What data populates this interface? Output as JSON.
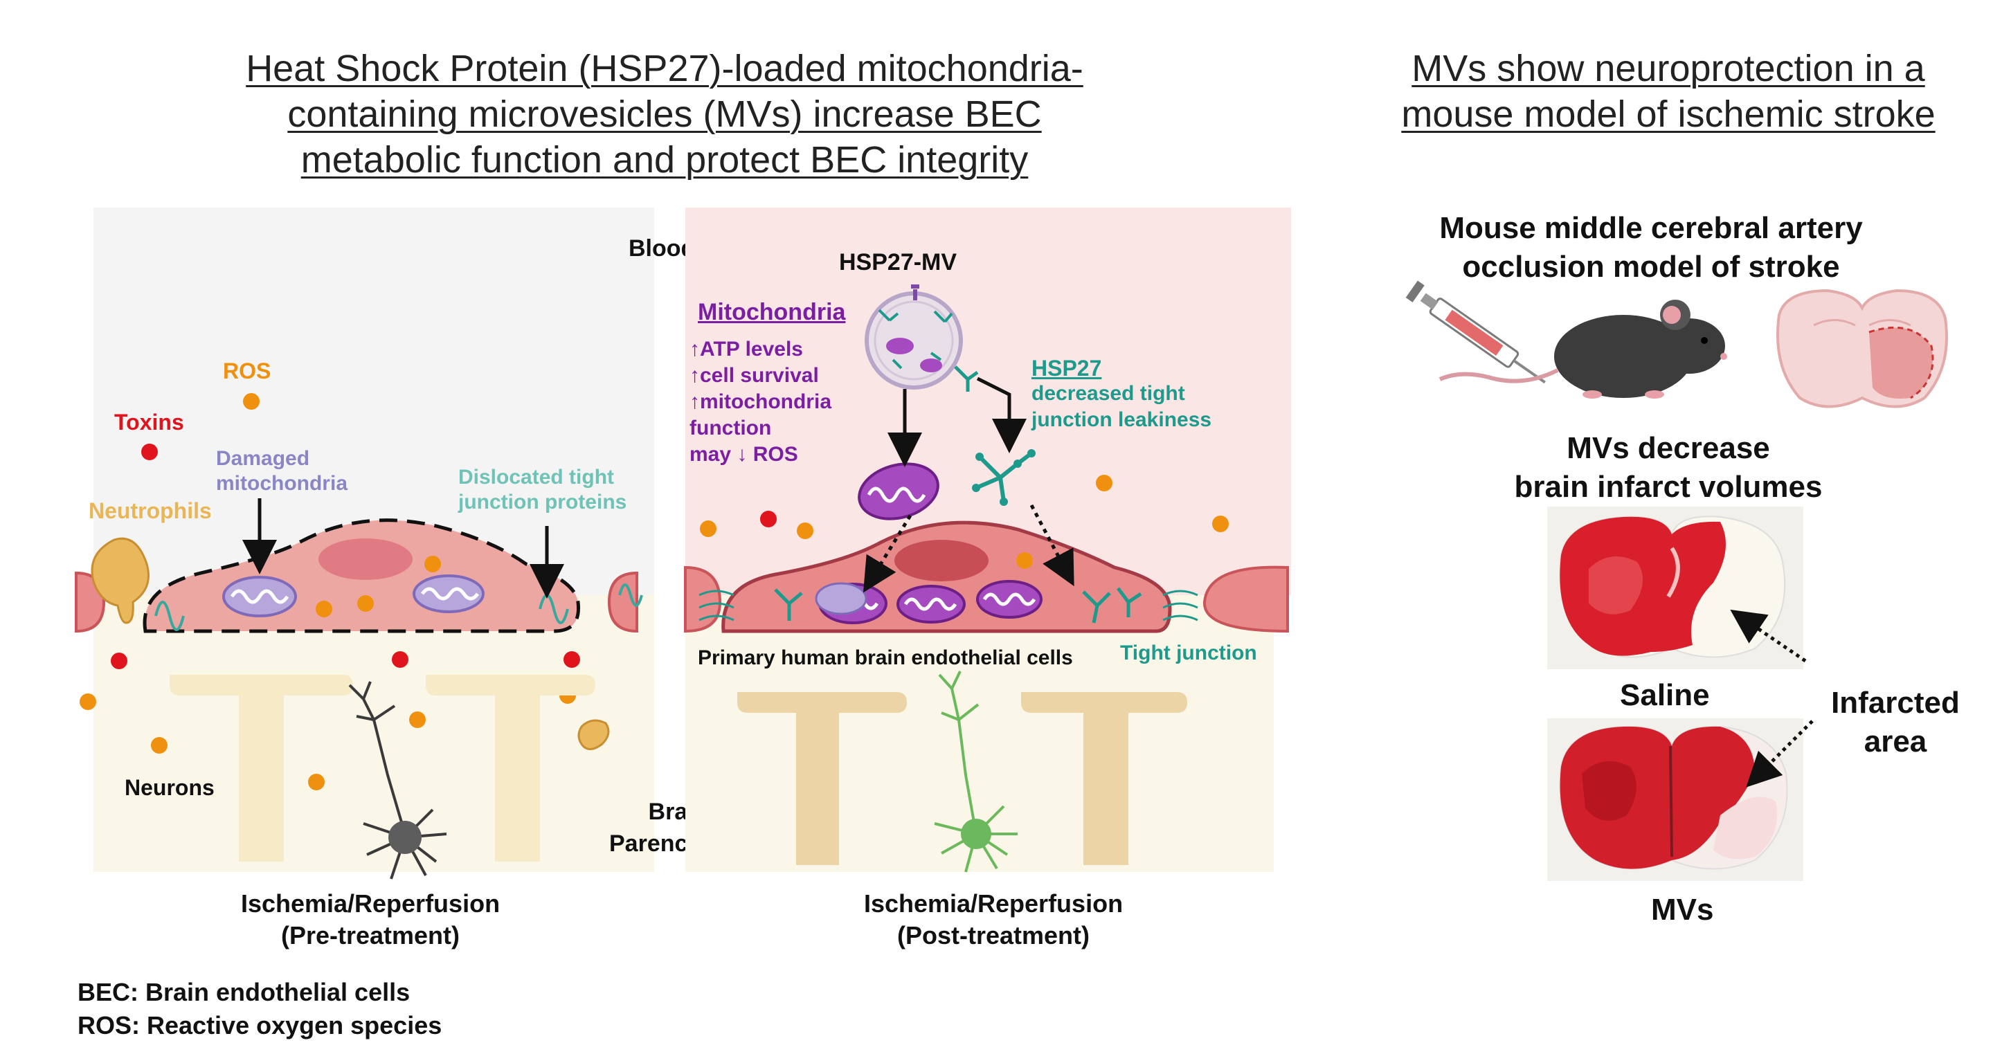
{
  "left_title": {
    "line1": "Heat Shock Protein (HSP27)-loaded mitochondria-",
    "line2": "containing microvesicles (MVs) increase BEC",
    "line3": "metabolic function and protect BEC integrity"
  },
  "right_title": {
    "line1": "MVs show neuroprotection in a",
    "line2": "mouse model of ischemic stroke"
  },
  "panel_pre": {
    "ros": "ROS",
    "toxins": "Toxins",
    "damaged_mito_1": "Damaged",
    "damaged_mito_2": "mitochondria",
    "neutrophils": "Neutrophils",
    "dislocated_1": "Dislocated tight",
    "dislocated_2": "junction proteins",
    "neurons": "Neurons",
    "caption_1": "Ischemia/Reperfusion",
    "caption_2": "(Pre-treatment)"
  },
  "shared": {
    "blood": "Blood",
    "brain_1": "Brain",
    "brain_2": "Parenchyma"
  },
  "panel_post": {
    "hsp27_mv": "HSP27-MV",
    "mito_heading": "Mitochondria",
    "mito_1": "↑ATP levels",
    "mito_2": "↑cell survival",
    "mito_3": "↑mitochondria",
    "mito_4": "function",
    "mito_5": "may ↓ ROS",
    "hsp27_heading": "HSP27",
    "hsp27_1": "decreased tight",
    "hsp27_2": "junction leakiness",
    "endothelial": "Primary human brain endothelial cells",
    "tight_junction": "Tight junction",
    "caption_1": "Ischemia/Reperfusion",
    "caption_2": "(Post-treatment)"
  },
  "stroke": {
    "model_1": "Mouse middle cerebral artery",
    "model_2": "occlusion model of stroke",
    "decrease_1": "MVs decrease",
    "decrease_2": "brain infarct volumes",
    "saline": "Saline",
    "mvs": "MVs",
    "infarcted_1": "Infarcted",
    "infarcted_2": "area"
  },
  "legend": {
    "bec": "BEC: Brain endothelial cells",
    "ros": "ROS: Reactive oxygen species"
  },
  "colors": {
    "toxin_red": "#e0141c",
    "ros_orange": "#f0900f",
    "purple": "#7b1fa2",
    "teal": "#1e9a8c",
    "cell_pink": "#e88a8a",
    "blood_bg_post": "#fbe6e6",
    "blood_bg_pre": "#f4f4f4",
    "parenchyma_bg": "#fbf7e8"
  }
}
